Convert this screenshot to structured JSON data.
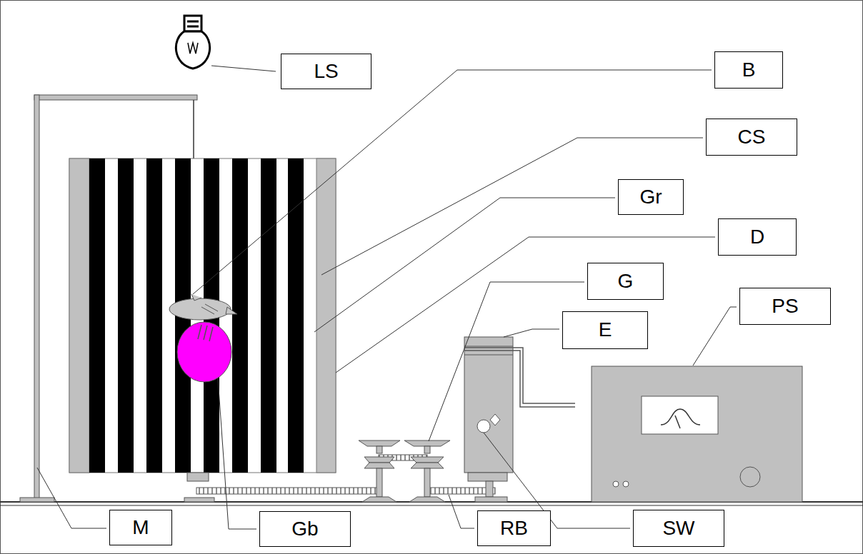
{
  "diagram": {
    "nodes": [
      {
        "text": [
          "LS"
        ]
      },
      {
        "text": [
          "B"
        ]
      },
      {
        "text": [
          "CS"
        ]
      },
      {
        "text": [
          "Gr"
        ]
      },
      {
        "text": [
          "D"
        ]
      },
      {
        "text": [
          "G"
        ]
      },
      {
        "text": [
          "PS"
        ]
      },
      {
        "text": [
          "E"
        ]
      },
      {
        "text": [
          "M"
        ]
      },
      {
        "text": [
          "Gb"
        ]
      },
      {
        "text": [
          "RB"
        ]
      },
      {
        "text": [
          "SW"
        ]
      }
    ]
  }
}
